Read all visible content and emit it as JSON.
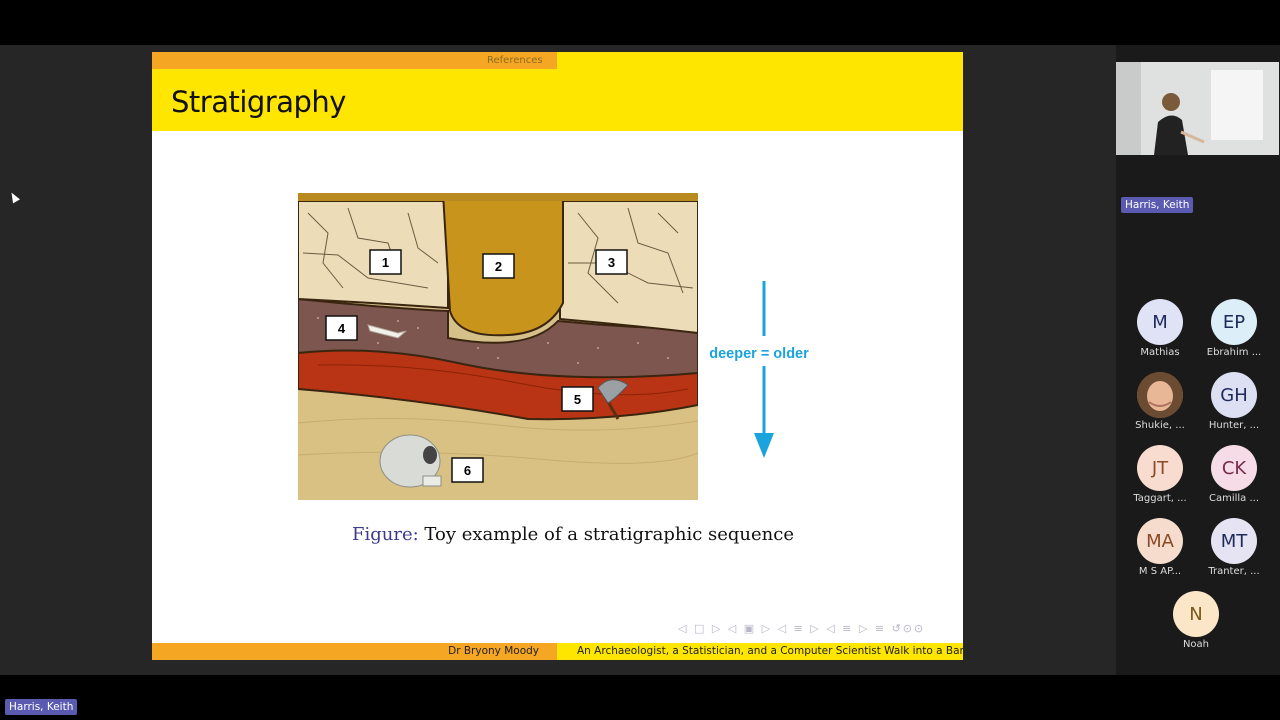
{
  "slide": {
    "section": "References",
    "title": "Stratigraphy",
    "figure_labels": [
      "1",
      "2",
      "3",
      "4",
      "5",
      "6"
    ],
    "arrow_label": "deeper = older",
    "caption_label": "Figure:",
    "caption_text": "Toy example of a stratigraphic sequence",
    "nav_icons": "◁ □ ▷ ◁ ▣ ▷ ◁ ≡ ▷ ◁ ≡ ▷ ≡ ↺⊙⊙",
    "footer_author": "Dr Bryony Moody",
    "footer_title": "An Archaeologist, a Statistician, and a Computer Scientist Walk into a Bar..."
  },
  "speaker": {
    "name": "Harris, Keith"
  },
  "self_view": {
    "name": "Harris, Keith"
  },
  "participants": [
    {
      "initials": "M",
      "name": "Mathias",
      "color": "#dfe3f5"
    },
    {
      "initials": "EP",
      "name": "Ebrahim ...",
      "color": "#dceef8"
    },
    {
      "initials": "",
      "name": "Shukie, ...",
      "color": "#7a5a40",
      "photo": true
    },
    {
      "initials": "GH",
      "name": "Hunter, ...",
      "color": "#dde0f2"
    },
    {
      "initials": "JT",
      "name": "Taggart, ...",
      "color": "#f8dccf"
    },
    {
      "initials": "CK",
      "name": "Camilla ...",
      "color": "#f6dce6"
    },
    {
      "initials": "MA",
      "name": "M S AP...",
      "color": "#f5dccc"
    },
    {
      "initials": "MT",
      "name": "Tranter, ...",
      "color": "#e6e4f2"
    },
    {
      "initials": "N",
      "name": "Noah",
      "color": "#fbe6c8"
    }
  ]
}
